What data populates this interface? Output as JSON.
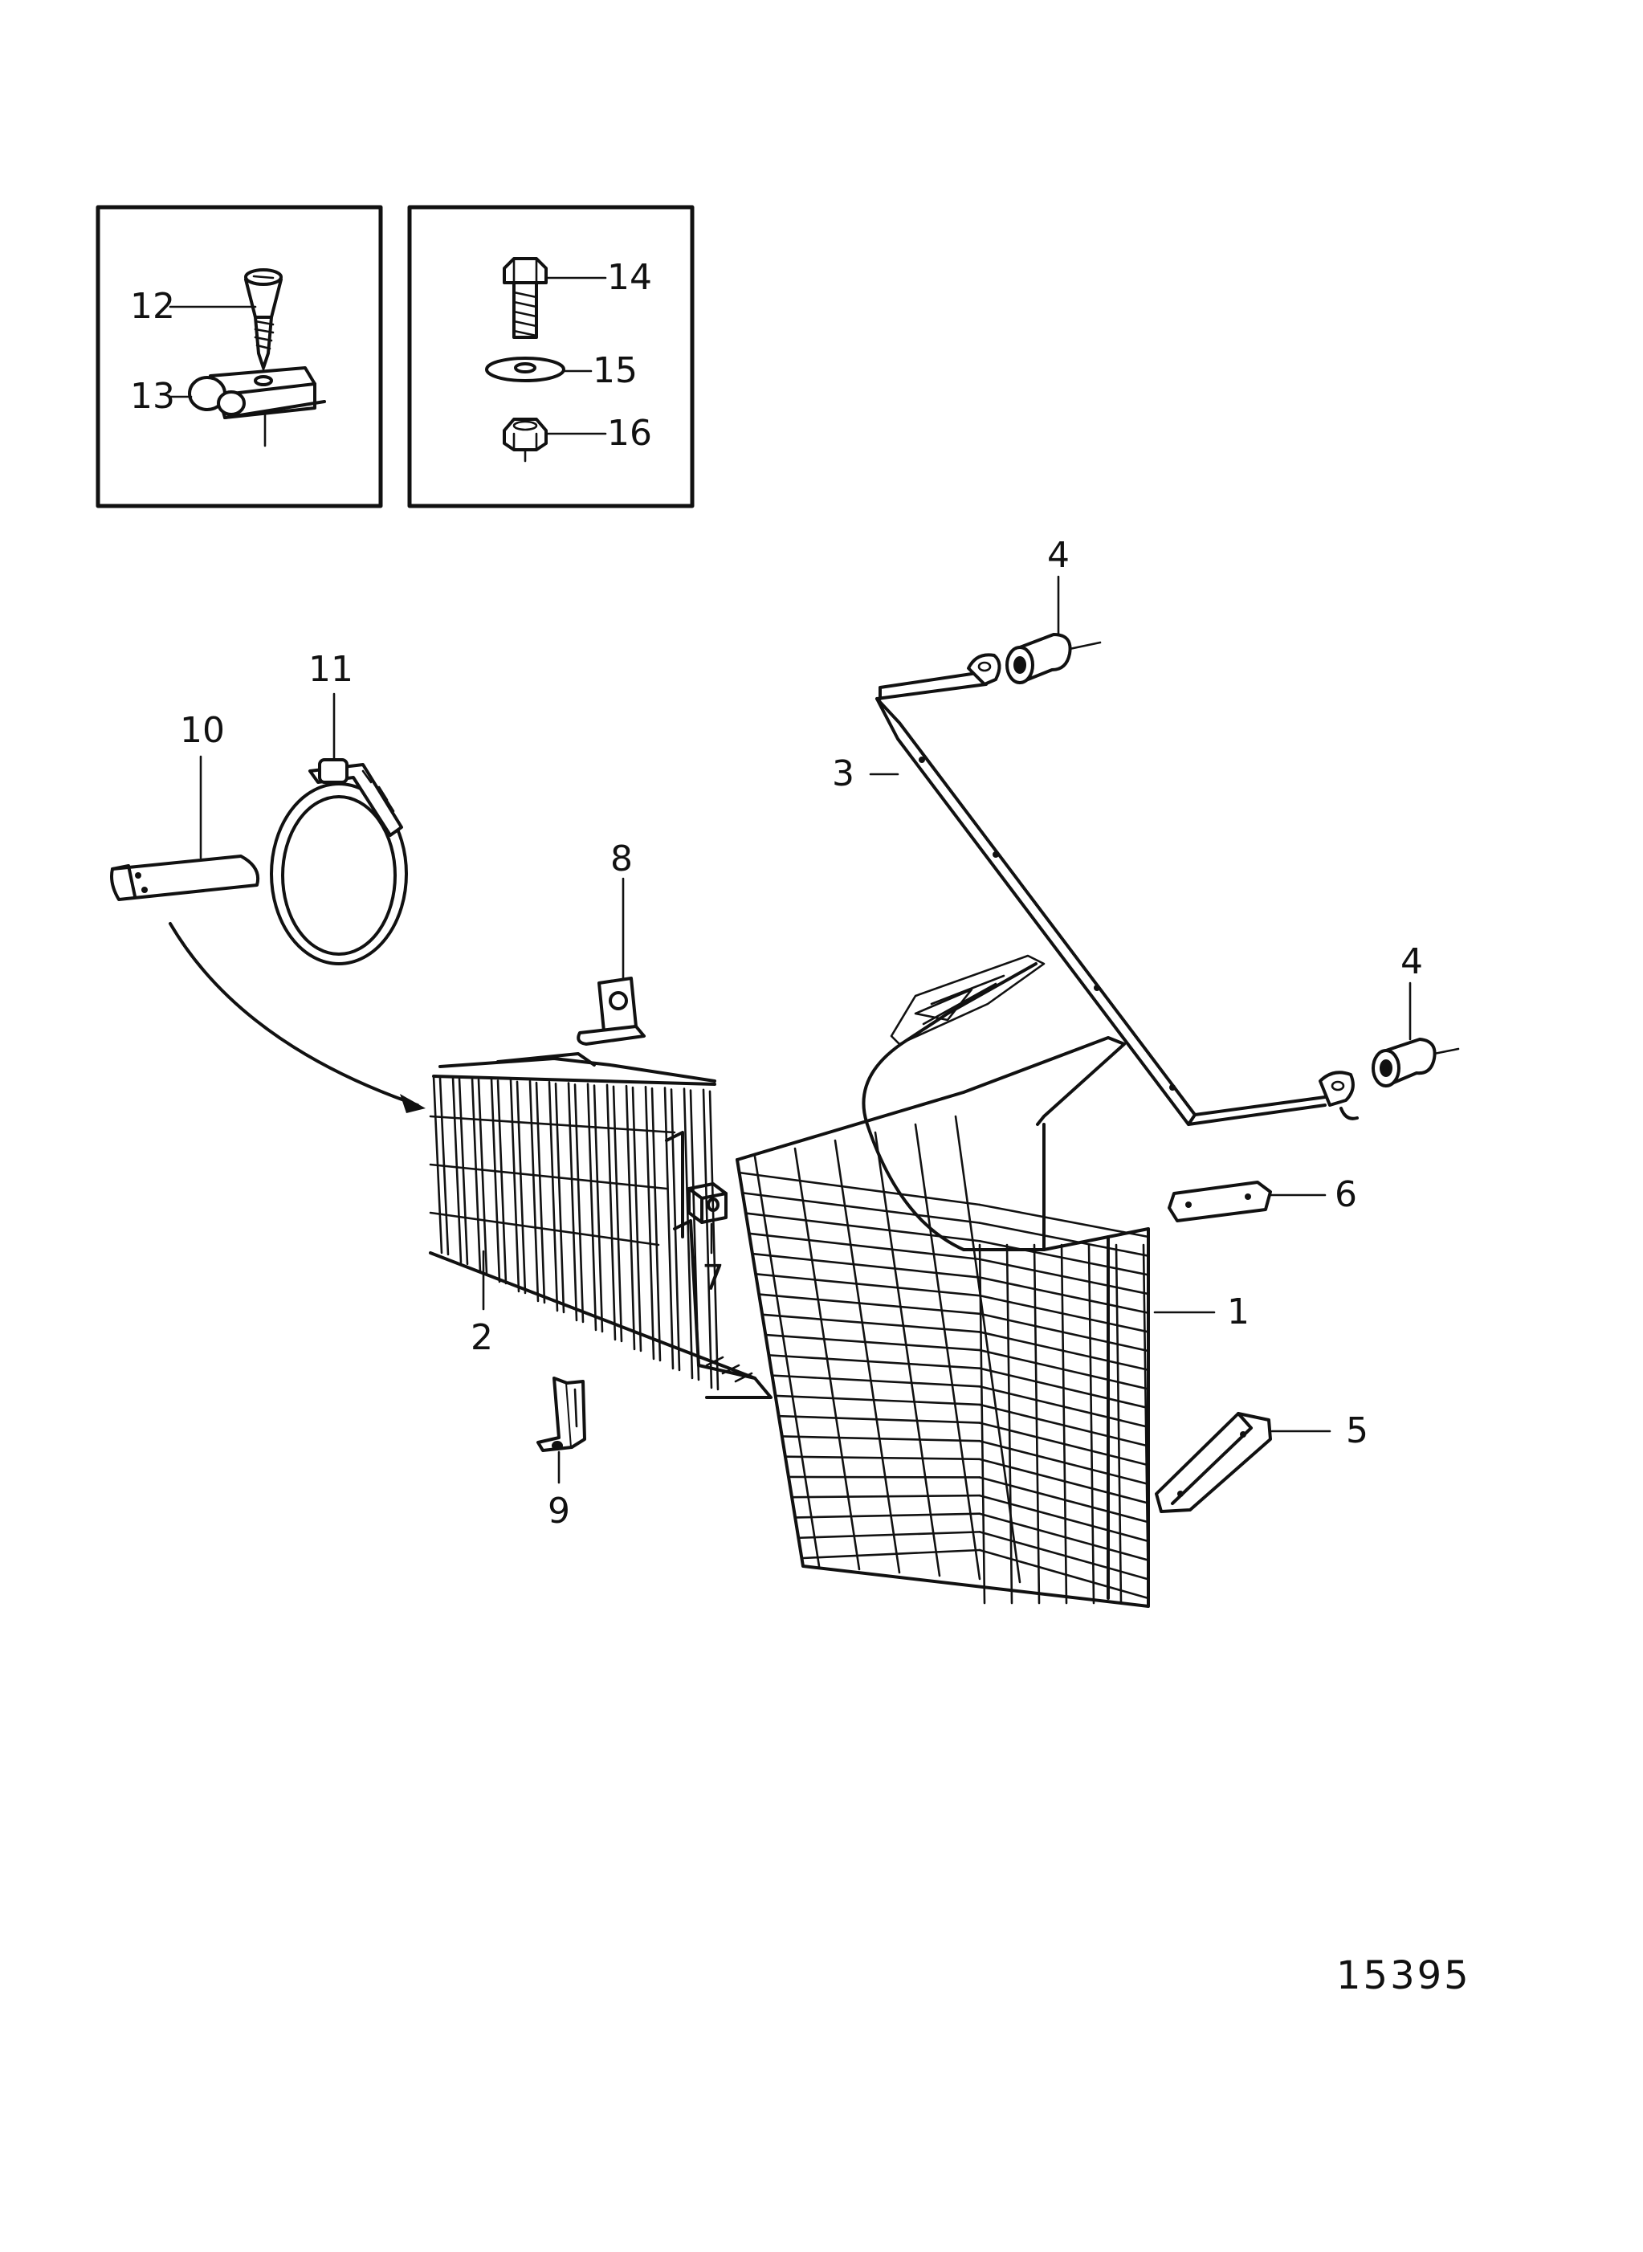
{
  "callouts": {
    "p1": "1",
    "p2": "2",
    "p3": "3",
    "p4a": "4",
    "p4b": "4",
    "p5": "5",
    "p6": "6",
    "p7": "7",
    "p8": "8",
    "p9": "9",
    "p10": "10",
    "p11": "11",
    "p12": "12",
    "p13": "13",
    "p14": "14",
    "p15": "15",
    "p16": "16"
  },
  "drawing_number": "15395"
}
